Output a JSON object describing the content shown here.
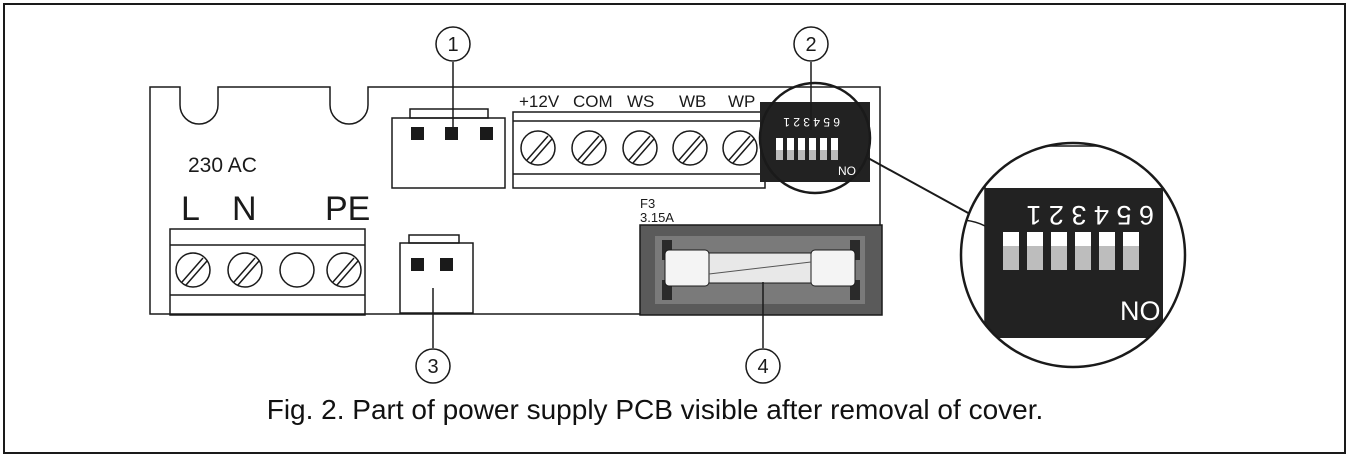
{
  "labels": {
    "voltage": "230 AC",
    "L": "L",
    "N": "N",
    "PE": "PE",
    "t_12v": "+12V",
    "t_com": "COM",
    "t_ws": "WS",
    "t_wb": "WB",
    "t_wp": "WP",
    "fuse_ref": "F3",
    "fuse_rating": "3.15A",
    "dip_on": "NO",
    "dip_digits": "6 5 4 3 2 1"
  },
  "callouts": [
    "1",
    "2",
    "3",
    "4"
  ],
  "caption": "Fig. 2. Part of power supply PCB visible after removal of cover.",
  "colors": {
    "outline": "#1a1a1a",
    "dip_body": "#222222",
    "fuse_holder": "#5a5a5a"
  }
}
